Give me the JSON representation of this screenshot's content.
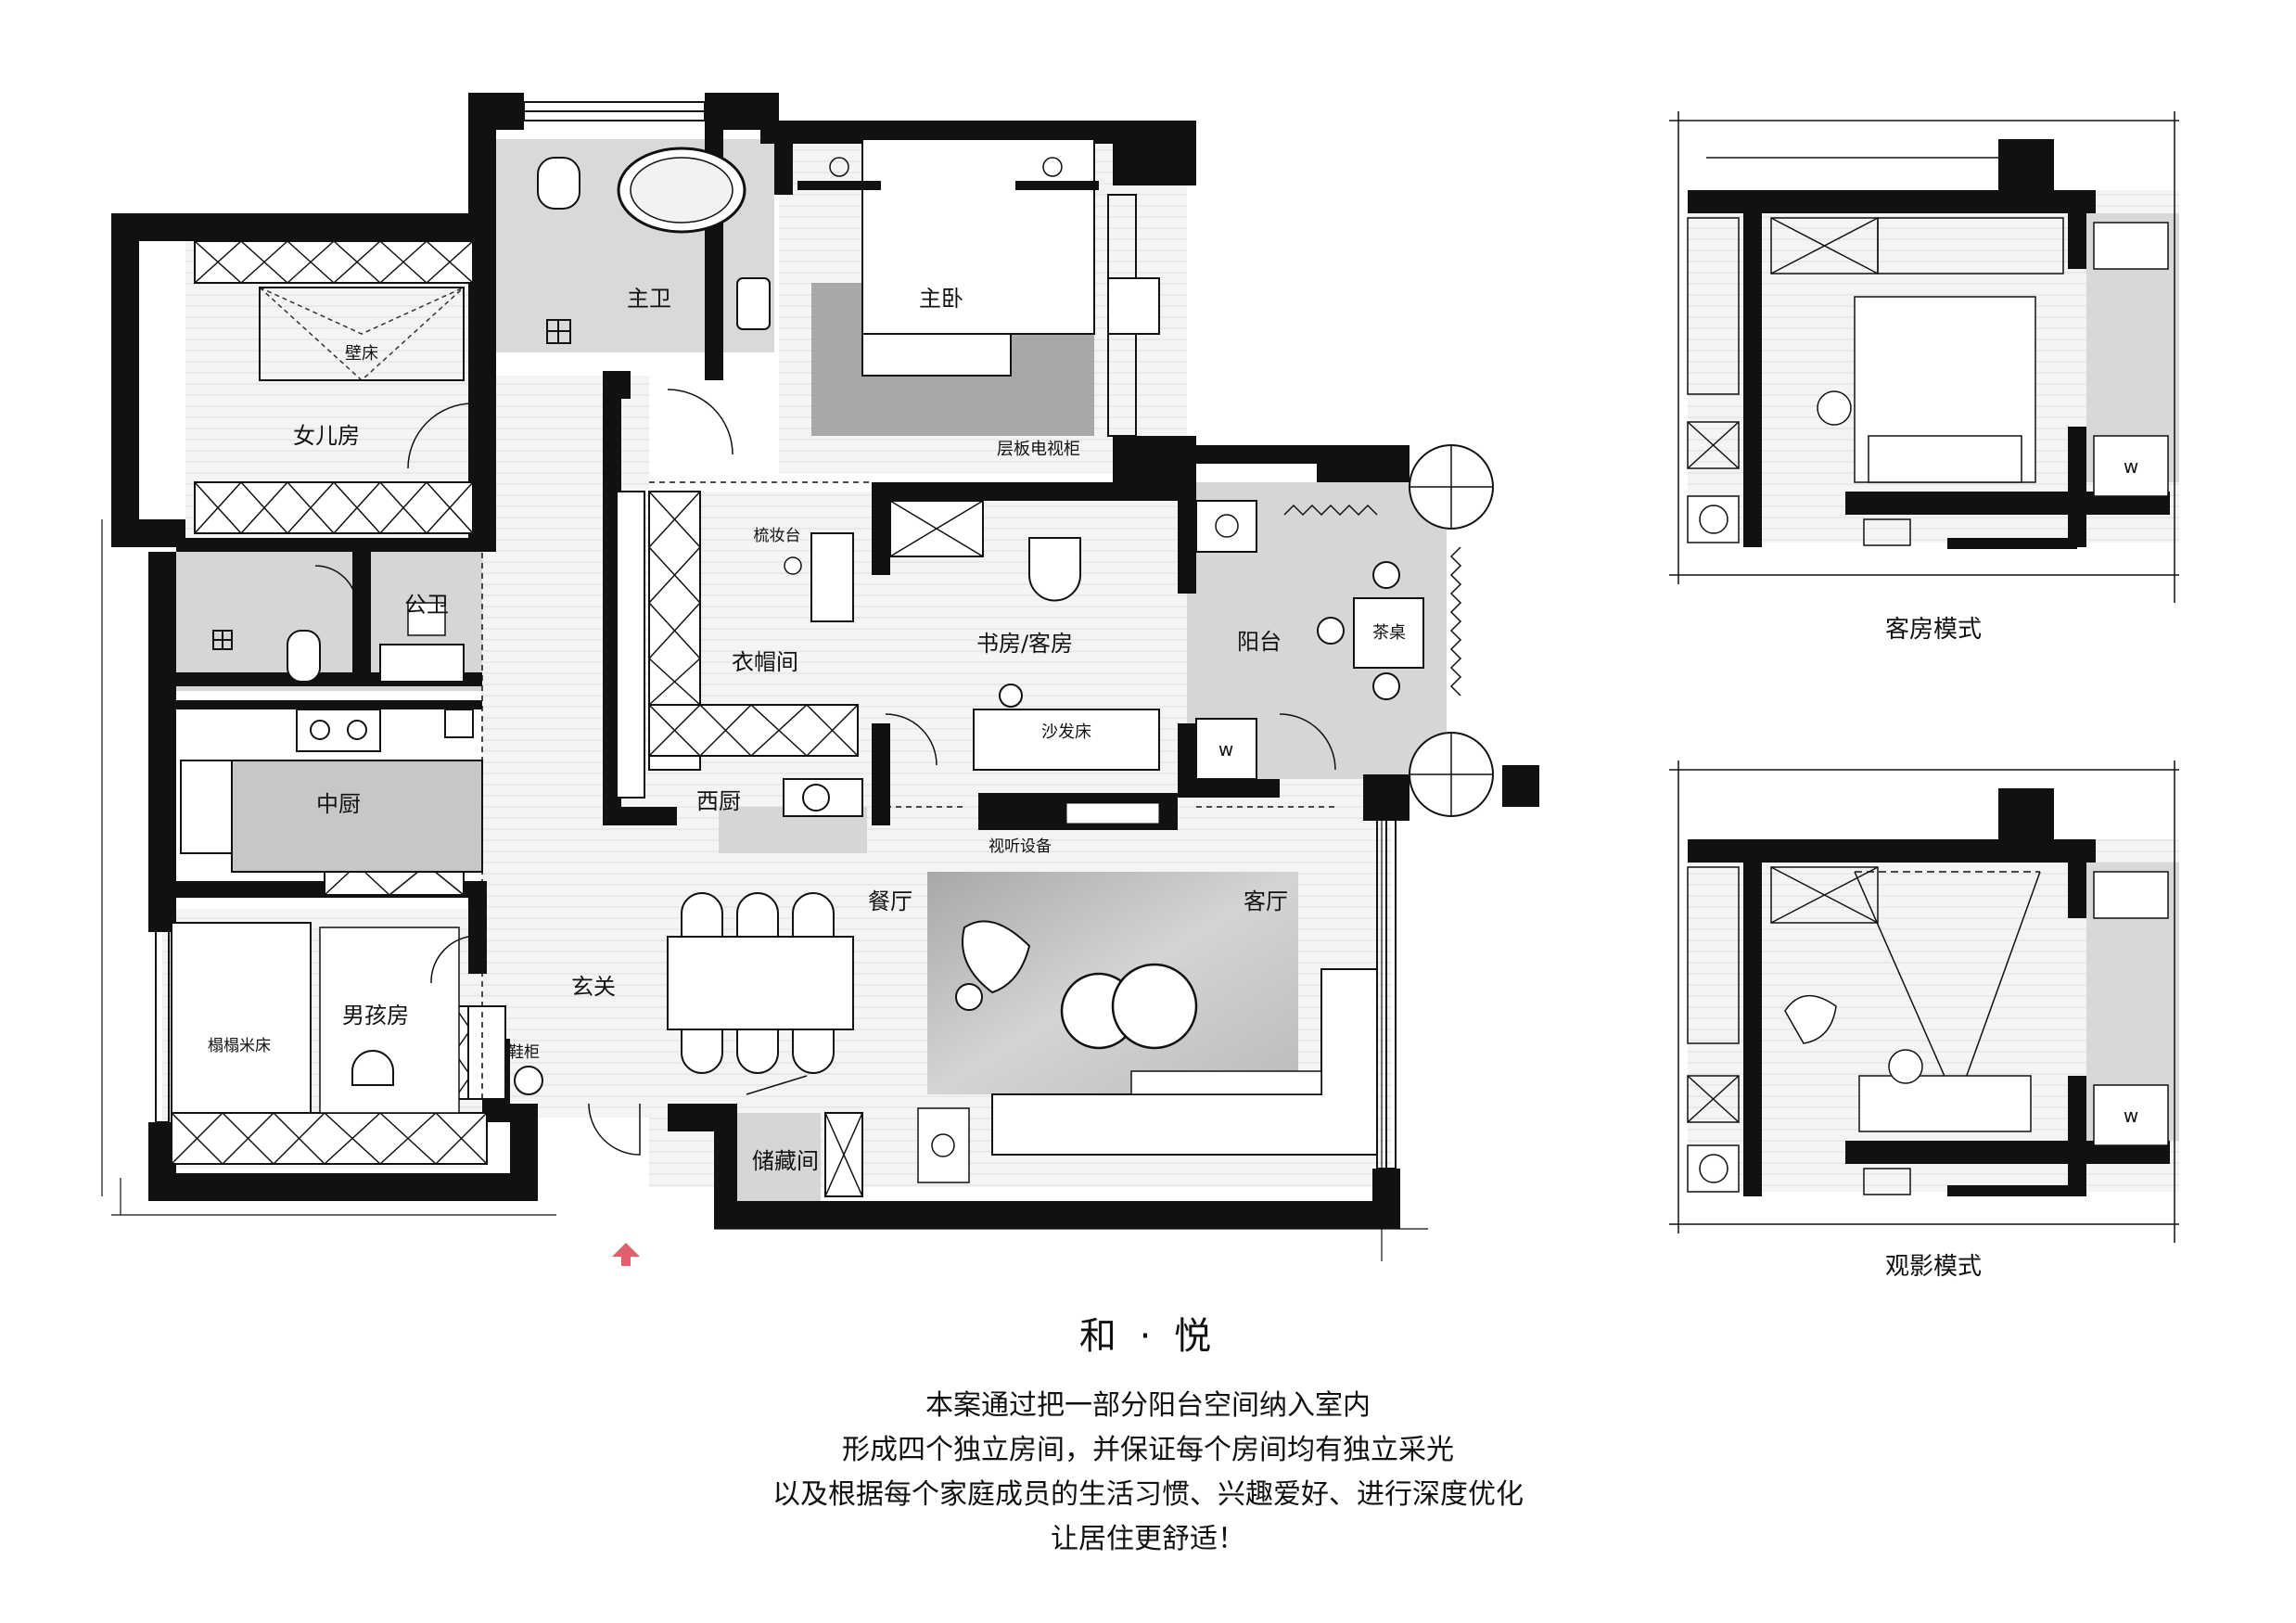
{
  "rooms": {
    "master_bath": "主卫",
    "master_bedroom": "主卧",
    "daughter_room": "女儿房",
    "wall_bed": "壁床",
    "tv_cabinet": "层板电视柜",
    "dressing_table": "梳妆台",
    "public_bath": "公卫",
    "cloakroom": "衣帽间",
    "study_guest": "书房/客房",
    "balcony": "阳台",
    "tea_table": "茶桌",
    "sofa_bed": "沙发床",
    "kitchen": "中厨",
    "western_kitchen": "西厨",
    "av_equipment": "视听设备",
    "dining": "餐厅",
    "living": "客厅",
    "foyer": "玄关",
    "boy_room": "男孩房",
    "tatami_bed": "榻榻米床",
    "shoe_cabinet": "鞋柜",
    "storage": "储藏间",
    "washer": "w"
  },
  "modes": {
    "guest_mode": "客房模式",
    "theater_mode": "观影模式"
  },
  "title": "和 · 悦",
  "description": [
    "本案通过把一部分阳台空间纳入室内",
    "形成四个独立房间，并保证每个房间均有独立采光",
    "以及根据每个家庭成员的生活习惯、兴趣爱好、进行深度优化",
    "让居住更舒适！"
  ]
}
